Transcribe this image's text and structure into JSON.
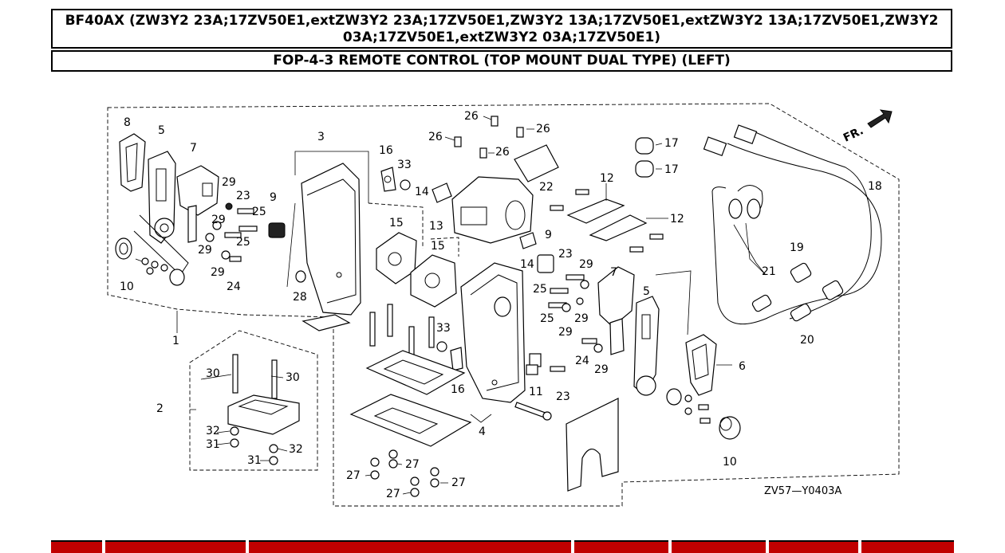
{
  "header": {
    "model_line": "BF40AX (ZW3Y2 23A;17ZV50E1,extZW3Y2 23A;17ZV50E1,ZW3Y2 13A;17ZV50E1,extZW3Y2 13A;17ZV50E1,ZW3Y2 03A;17ZV50E1,extZW3Y2 03A;17ZV50E1)",
    "section_title": "FOP-4-3 REMOTE CONTROL (TOP MOUNT DUAL TYPE) (LEFT)"
  },
  "diagram": {
    "front_label": "FR.",
    "drawing_code": "ZV57—Y0403A",
    "callouts": {
      "c1": "1",
      "c2": "2",
      "c3": "3",
      "c4": "4",
      "c5a": "5",
      "c5b": "5",
      "c6": "6",
      "c7a": "7",
      "c7b": "7",
      "c8": "8",
      "c9a": "9",
      "c9b": "9",
      "c10a": "10",
      "c10b": "10",
      "c11": "11",
      "c12a": "12",
      "c12b": "12",
      "c13": "13",
      "c14a": "14",
      "c14b": "14",
      "c15a": "15",
      "c15b": "15",
      "c16a": "16",
      "c16b": "16",
      "c17a": "17",
      "c17b": "17",
      "c18": "18",
      "c19": "19",
      "c20": "20",
      "c21": "21",
      "c22": "22",
      "c23a": "23",
      "c23b": "23",
      "c23c": "23",
      "c24a": "24",
      "c24b": "24",
      "c25a": "25",
      "c25b": "25",
      "c25c": "25",
      "c25d": "25",
      "c26a": "26",
      "c26b": "26",
      "c26c": "26",
      "c26d": "26",
      "c27a": "27",
      "c27b": "27",
      "c27c": "27",
      "c27d": "27",
      "c28": "28",
      "c29a": "29",
      "c29b": "29",
      "c29c": "29",
      "c29d": "29",
      "c29e": "29",
      "c29f": "29",
      "c29g": "29",
      "c29h": "29",
      "c30a": "30",
      "c30b": "30",
      "c31a": "31",
      "c31b": "31",
      "c32a": "32",
      "c32b": "32",
      "c33a": "33",
      "c33b": "33"
    }
  },
  "colors": {
    "footer_red": "#c00000",
    "ink": "#000000",
    "background": "#ffffff"
  }
}
